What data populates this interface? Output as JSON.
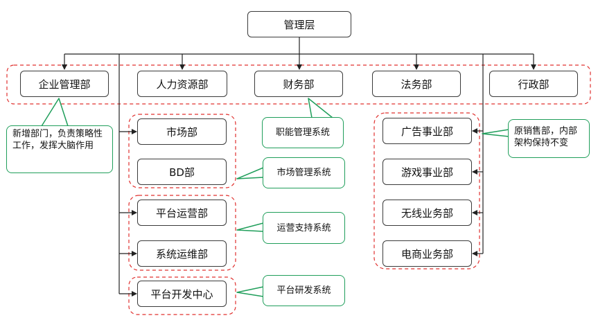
{
  "top": "管理层",
  "departments": [
    "企业管理部",
    "人力资源部",
    "财务部",
    "法务部",
    "行政部"
  ],
  "sub_left": [
    "市场部",
    "BD部",
    "平台运营部",
    "系统运维部",
    "平台开发中心"
  ],
  "sub_right": [
    "广告事业部",
    "游戏事业部",
    "无线业务部",
    "电商业务部"
  ],
  "notes": {
    "enterprise": "新增部门，负责策略性工作，发挥大脑作用",
    "finance": "职能管理系统",
    "market": "市场管理系统",
    "ops": "运营支持系统",
    "dev": "平台研发系统",
    "sales": "原销售部，内部架构保持不变"
  },
  "colors": {
    "dashed_group": "#e0302e",
    "note_border": "#1f9e5a",
    "line": "#222222"
  }
}
